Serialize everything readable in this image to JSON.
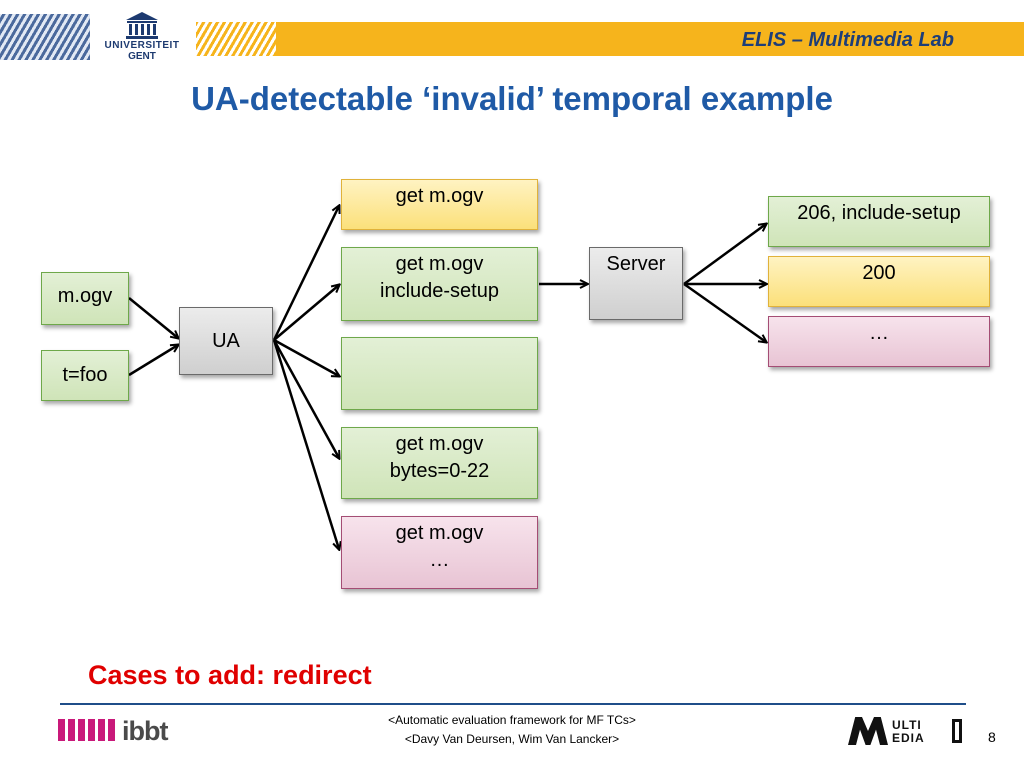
{
  "header": {
    "lab": "ELIS – Multimedia Lab",
    "logo_line1": "UNIVERSITEIT",
    "logo_line2": "GENT"
  },
  "slide": {
    "title": "UA-detectable ‘invalid’ temporal example",
    "cases": "Cases to add: redirect"
  },
  "diagram": {
    "inputs": [
      "m.ogv",
      "t=foo"
    ],
    "ua": "UA",
    "requests": [
      {
        "lines": [
          "get m.ogv"
        ],
        "color": "yellow"
      },
      {
        "lines": [
          "get m.ogv",
          "include-setup"
        ],
        "color": "green"
      },
      {
        "lines": [],
        "color": "green"
      },
      {
        "lines": [
          "get m.ogv",
          "bytes=0-22"
        ],
        "color": "green"
      },
      {
        "lines": [
          "get m.ogv",
          "…"
        ],
        "color": "pink"
      }
    ],
    "server": "Server",
    "responses": [
      {
        "text": "206, include-setup",
        "color": "green"
      },
      {
        "text": "200",
        "color": "yellow"
      },
      {
        "text": "…",
        "color": "pink"
      }
    ]
  },
  "footer": {
    "line1": "<Automatic evaluation framework for MF TCs>",
    "line2": "<Davy Van Deursen, Wim Van Lancker>",
    "page": "8",
    "ibbt": "ibbt",
    "multi1": "ULTI",
    "multi2": "EDIA"
  }
}
